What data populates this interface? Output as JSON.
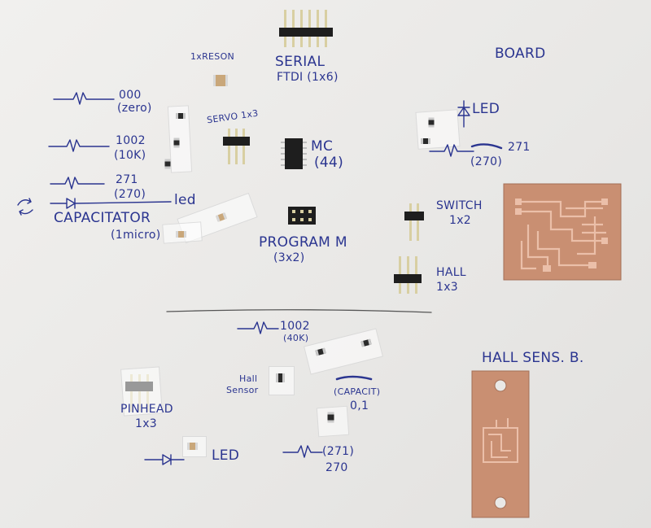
{
  "labels": {
    "resonator": "1xRESON",
    "serial_line1": "SERIAL",
    "serial_line2": "FTDI (1x6)",
    "board": "BOARD",
    "res_zero_value": "000",
    "res_zero_name": "(zero)",
    "servo": "SERVO 1x3",
    "led_top": "LED",
    "res_10k_value": "1002",
    "res_10k_name": "(10K)",
    "mc_line1": "MC",
    "mc_line2": "(44)",
    "res_271_right_value": "271",
    "res_271_right_name": "(270)",
    "res_271_left_value": "271",
    "res_271_left_name": "(270)",
    "led_mid": "led",
    "capacitator_line1": "CAPACITATOR",
    "capacitator_line2": "(1micro)",
    "switch_line1": "SWITCH",
    "switch_line2": "1x2",
    "program_line1": "PROGRAM M",
    "program_line2": "(3x2)",
    "hall_line1": "HALL",
    "hall_line2": "1x3",
    "res_40k_value": "1002",
    "res_40k_name": "(40K)",
    "hall_sens_board": "HALL SENS. B.",
    "hall_sensor_line1": "Hall",
    "hall_sensor_line2": "Sensor",
    "capacit_line1": "(CAPACIT)",
    "capacit_line2": "0,1",
    "pinhead_line1": "PINHEAD",
    "pinhead_line2": "1x3",
    "led_bottom": "LED",
    "res_bottom_value": "(271)",
    "res_bottom_name": "270"
  },
  "colors": {
    "ink": "#2b3590",
    "paper": "#eeedeb",
    "copper": "#c98f72",
    "trace": "#e7b79f",
    "pin": "#d8cfa2",
    "plastic": "#1e1e1e"
  }
}
